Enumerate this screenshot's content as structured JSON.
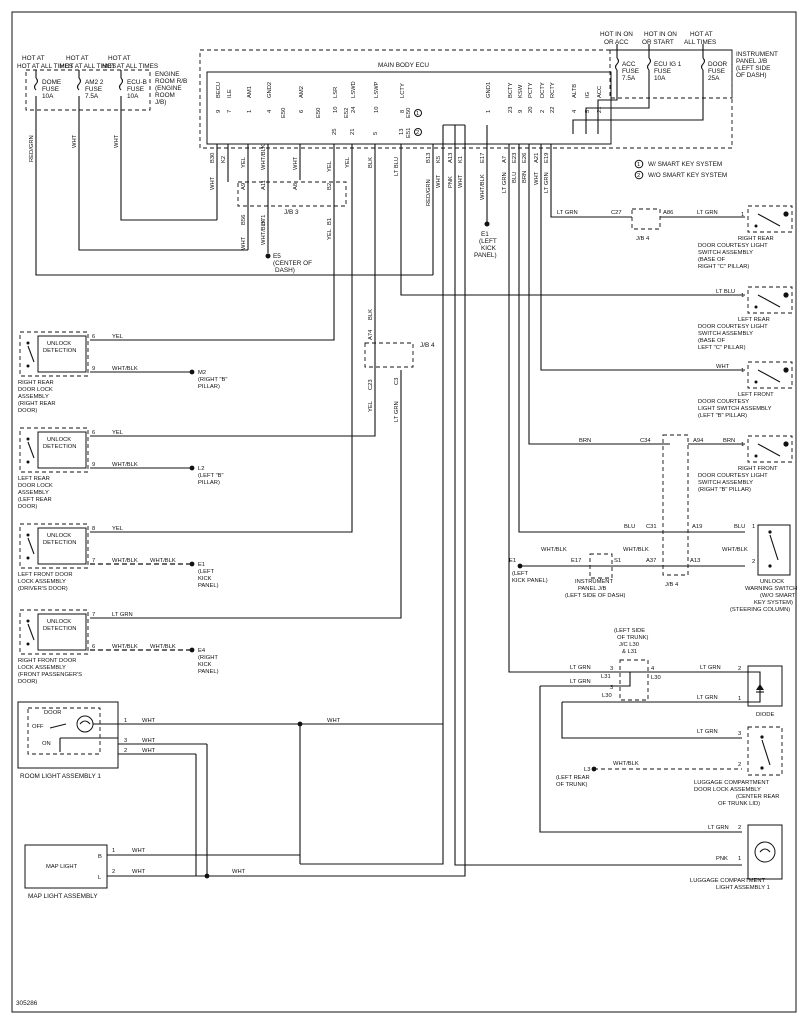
{
  "diagram_id": "305286",
  "legend": [
    {
      "num": "1",
      "text": "W/ SMART KEY SYSTEM"
    },
    {
      "num": "2",
      "text": "W/O SMART KEY SYSTEM"
    }
  ],
  "power": {
    "top_left": [
      "HOT AT ALL TIMES",
      "HOT AT ALL TIMES",
      "HOT AT ALL TIMES"
    ],
    "top_right": [
      "HOT IN ON OR ACC",
      "HOT IN ON OR START",
      "HOT AT ALL TIMES"
    ]
  },
  "engine_fuses": [
    {
      "name": "DOME",
      "amp": "10A"
    },
    {
      "name": "AM2 2",
      "amp": "7.5A"
    },
    {
      "name": "ECU-B",
      "amp": "10A"
    }
  ],
  "engine_box_label": [
    "ENGINE",
    "ROOM R/B",
    "(ENGINE",
    "ROOM",
    "J/B)"
  ],
  "panel_fuses": [
    {
      "name": "ACC",
      "amp": "7.5A"
    },
    {
      "name": "ECU IG 1",
      "amp": "10A"
    },
    {
      "name": "DOOR",
      "amp": "25A"
    }
  ],
  "panel_box_label": [
    "INSTRUMENT",
    "PANEL J/B",
    "(LEFT SIDE",
    "OF DASH)"
  ],
  "main_ecu": {
    "title": "MAIN BODY ECU",
    "connector_code": [
      "E50",
      "E51",
      "E52"
    ],
    "pins": [
      {
        "name": "BECU",
        "num": "9"
      },
      {
        "name": "ILE",
        "num": "7"
      },
      {
        "name": "AM1",
        "num": "1"
      },
      {
        "name": "GND2",
        "num": "4"
      },
      {
        "name": "AM2",
        "num": "6"
      },
      {
        "name": "LSR",
        "num": "10"
      },
      {
        "name": "LSWD",
        "num": "24"
      },
      {
        "name": "LSWP",
        "num": "10"
      },
      {
        "name": "LCTY",
        "num": "8"
      },
      {
        "name": "GND1",
        "num": "1"
      },
      {
        "name": "BCTY",
        "num": "23"
      },
      {
        "name": "KSW",
        "num": "9"
      },
      {
        "name": "PCTY",
        "num": "20"
      },
      {
        "name": "DCTY",
        "num": "2"
      },
      {
        "name": "RCTY",
        "num": "22"
      },
      {
        "name": "ALTB",
        "num": "4"
      },
      {
        "name": "IG",
        "num": "5"
      },
      {
        "name": "ACC",
        "num": "21"
      }
    ],
    "lower_pins": [
      "21",
      "5",
      "13",
      "25"
    ]
  },
  "wire_colors": {
    "col1": "WHT",
    "col2": "WHT",
    "col3": "WHT/BLK",
    "col4": "WHT",
    "col5": "YEL",
    "col6": "YEL",
    "col7": "BLK",
    "col8": "LT BLU",
    "col9": "RED/GRN",
    "col10": "WHT",
    "col11": "PNK",
    "col12": "WHT",
    "col13": "WHT/BLK",
    "col14": "LT GRN",
    "col15": "BLU",
    "col16": "BRN",
    "col17": "WHT",
    "col18": "LT GRN"
  },
  "column_connectors": [
    "B30",
    "K2",
    "A9",
    "A11",
    "A8",
    "B2",
    "B13",
    "K5",
    "A13",
    "K1",
    "E17",
    "A7",
    "E23",
    "E26",
    "A21",
    "E19"
  ],
  "jb3": {
    "label": "J/B 3",
    "pins": [
      "B56",
      "B71",
      "B1"
    ]
  },
  "jb4": {
    "label": "J/B 4",
    "pins": [
      "A74",
      "C23",
      "C3"
    ]
  },
  "grounds": [
    {
      "name": "E5",
      "desc": [
        "(CENTER OF",
        "DASH)"
      ]
    },
    {
      "name": "E1",
      "desc": [
        "(LEFT",
        "KICK",
        "PANEL)"
      ]
    }
  ],
  "door_locks": [
    {
      "title": [
        "RIGHT REAR",
        "DOOR LOCK",
        "ASSEMBLY",
        "(RIGHT REAR",
        "DOOR)"
      ],
      "pin_top": "6",
      "pin_bot": "9",
      "top_wire": "YEL",
      "bot_wire": "WHT/BLK",
      "ground": "M2",
      "ground_desc": [
        "(RIGHT \"B\"",
        "PILLAR)"
      ]
    },
    {
      "title": [
        "LEFT REAR",
        "DOOR LOCK",
        "ASSEMBLY",
        "(LEFT REAR",
        "DOOR)"
      ],
      "pin_top": "6",
      "pin_bot": "9",
      "top_wire": "YEL",
      "bot_wire": "WHT/BLK",
      "ground": "L2",
      "ground_desc": [
        "(LEFT \"B\"",
        "PILLAR)"
      ]
    },
    {
      "title": [
        "LEFT FRONT DOOR",
        "LOCK ASSEMBLY",
        "(DRIVER'S DOOR)"
      ],
      "pin_top": "8",
      "pin_bot": "7",
      "top_wire": "YEL",
      "bot_wire": "WHT/BLK",
      "ground": "E1",
      "ground_desc": [
        "(LEFT",
        "KICK",
        "PANEL)"
      ]
    },
    {
      "title": [
        "RIGHT FRONT DOOR",
        "LOCK ASSEMBLY",
        "(FRONT PASSENGER'S",
        "DOOR)"
      ],
      "pin_top": "7",
      "pin_bot": "6",
      "top_wire": "LT GRN",
      "bot_wire": "WHT/BLK",
      "ground": "E4",
      "ground_desc": [
        "(RIGHT",
        "KICK",
        "PANEL)"
      ]
    }
  ],
  "unlock_label": [
    "UNLOCK",
    "DETECTION"
  ],
  "courtesy": [
    {
      "title": [
        "RIGHT REAR",
        "DOOR COURTESY LIGHT",
        "SWITCH ASSEMBLY",
        "(BASE OF",
        "RIGHT \"C\" PILLAR)"
      ],
      "wire": "LT GRN",
      "wire2": "LT GRN",
      "conn1": "C27",
      "conn2": "A86",
      "pin": "1",
      "jb": "J/B 4"
    },
    {
      "title": [
        "LEFT REAR",
        "DOOR COURTESY LIGHT",
        "SWITCH ASSEMBLY",
        "(BASE OF",
        "LEFT \"C\" PILLAR)"
      ],
      "wire": "LT BLU",
      "pin": "1"
    },
    {
      "title": [
        "LEFT FRONT",
        "DOOR COURTESY",
        "LIGHT SWITCH ASSEMBLY",
        "(LEFT \"B\" PILLAR)"
      ],
      "wire": "WHT",
      "pin": "1"
    },
    {
      "title": [
        "RIGHT FRONT",
        "DOOR COURTESY LIGHT",
        "SWITCH ASSEMBLY",
        "(RIGHT \"B\" PILLAR)"
      ],
      "wire": "BRN",
      "wire2": "BRN",
      "conn1": "C34",
      "conn2": "A94",
      "pin": "1"
    }
  ],
  "unlock_warning": {
    "title": [
      "UNLOCK",
      "WARNING SWITCH",
      "(W/O SMART",
      "KEY SYSTEM)",
      "(STEERING COLUMN)"
    ],
    "wire1": "BLU",
    "wire1b": "BLU",
    "conn1": "C31",
    "conn1b": "A19",
    "pin1": "1",
    "wire2": "WHT/BLK",
    "wire2b": "WHT/BLK",
    "wire2c": "WHT/BLK",
    "conn2": "E17",
    "conn2b": "S1",
    "conn2c": "A37",
    "conn2d": "A13",
    "pin2": "2",
    "ground": "E1",
    "ground_desc": [
      "(LEFT",
      "KICK PANEL)"
    ],
    "ijb": [
      "INSTRUMENT",
      "PANEL J/B",
      "(LEFT SIDE OF DASH)"
    ],
    "jb": "J/B 4"
  },
  "trunk_jc": {
    "label": [
      "(LEFT SIDE",
      "OF TRUNK)",
      "J/C L30",
      "& L31"
    ],
    "pins": [
      "3",
      "4",
      "3"
    ],
    "codes": [
      "L31",
      "L30",
      "L30"
    ]
  },
  "diode": {
    "label": "DIODE",
    "pin_top": "2",
    "pin_bot": "1",
    "wire": "LT GRN",
    "wire_top": "LT GRN",
    "wire_left": "LT GRN",
    "wire_left2": "LT GRN"
  },
  "trunk_lock": {
    "title": [
      "LUGGAGE COMPARTMENT",
      "DOOR LOCK ASSEMBLY",
      "(CENTER REAR",
      "OF TRUNK LID)"
    ],
    "pin_top": "3",
    "pin_bot": "2",
    "wire_top": "LT GRN",
    "wire_bot": "WHT/BLK",
    "ground": "L3",
    "ground_desc": [
      "(LEFT REAR",
      "OF TRUNK)"
    ]
  },
  "trunk_light": {
    "title": [
      "LUGGAGE COMPARTMENT",
      "LIGHT ASSEMBLY 1"
    ],
    "pin_top": "2",
    "pin_bot": "1",
    "wire_top": "LT GRN",
    "wire_bot": "PNK"
  },
  "room_light": {
    "title": "ROOM LIGHT ASSEMBLY 1",
    "positions": [
      "DOOR",
      "OFF",
      "ON"
    ],
    "pins": [
      "1",
      "3",
      "2"
    ],
    "wires": [
      "WHT",
      "WHT",
      "WHT"
    ],
    "bus_wire": "WHT"
  },
  "map_light": {
    "label": "MAP LIGHT",
    "title": "MAP LIGHT ASSEMBLY",
    "terminals": [
      "B",
      "L"
    ],
    "pins": [
      "1",
      "2"
    ],
    "wires": [
      "WHT",
      "WHT"
    ],
    "bus_wire": "WHT"
  }
}
